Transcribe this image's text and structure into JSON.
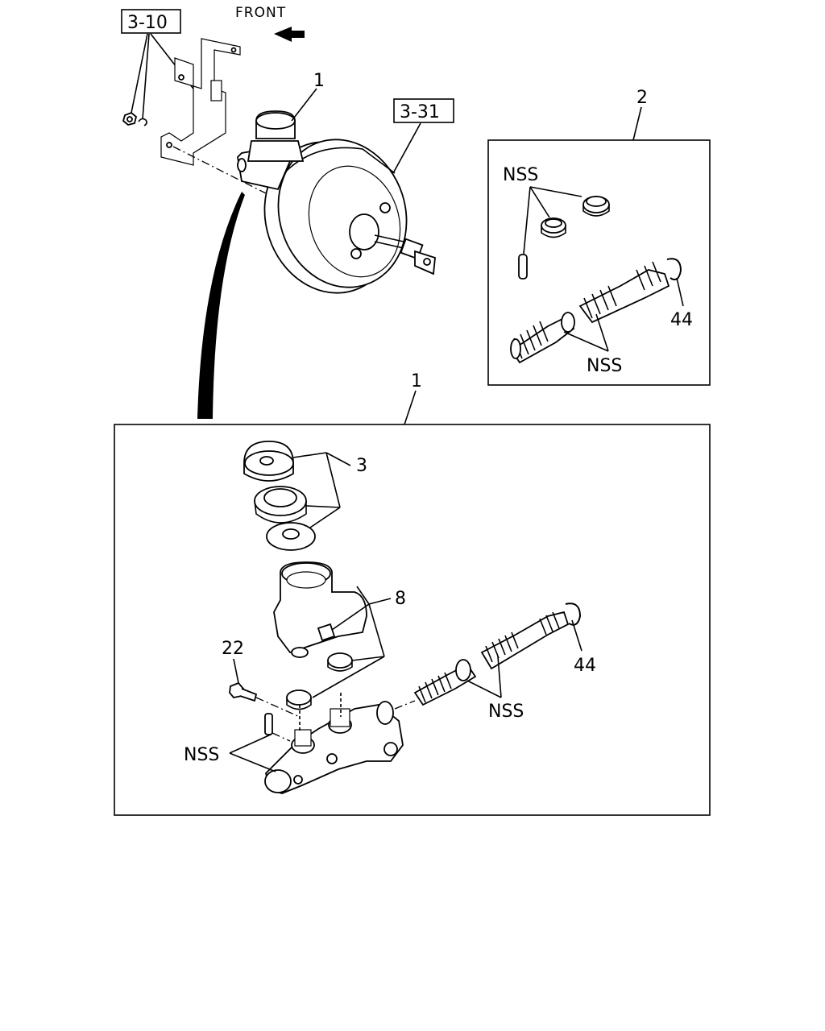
{
  "header": {
    "front_label": "FRONT"
  },
  "refs": {
    "ref_3_10": "3-10",
    "ref_3_31": "3-31"
  },
  "callouts": {
    "assembly_top": "1",
    "kit_box": "2",
    "kit_nss_top": "NSS",
    "kit_nss_bottom": "NSS",
    "kit_44": "44",
    "detail_box": "1",
    "cap_3": "3",
    "reservoir_8": "8",
    "bolt_22": "22",
    "nss_pin": "NSS",
    "nss_piston": "NSS",
    "clip_44": "44"
  },
  "icons": {
    "front_arrow": "front-arrow-icon"
  }
}
